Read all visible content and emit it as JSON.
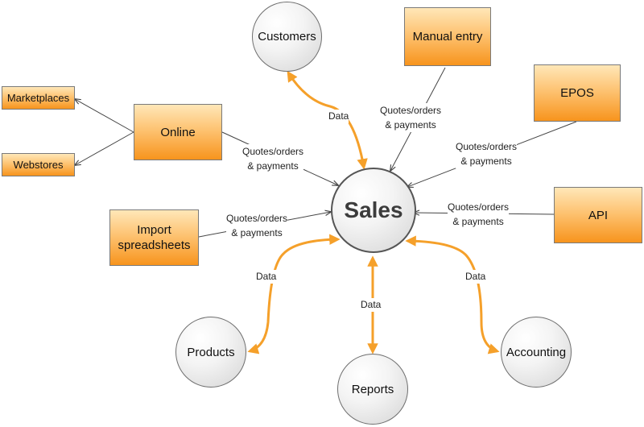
{
  "hub": {
    "label": "Sales"
  },
  "circles": {
    "customers": "Customers",
    "products": "Products",
    "reports": "Reports",
    "accounting": "Accounting"
  },
  "boxes": {
    "manual_entry": "Manual entry",
    "epos": "EPOS",
    "online": "Online",
    "api": "API",
    "import_spreadsheets": "Import spreadsheets",
    "marketplaces": "Marketplaces",
    "webstores": "Webstores"
  },
  "edge_labels": {
    "data": "Data",
    "quotes_line1": "Quotes/orders",
    "quotes_line2": "& payments"
  },
  "colors": {
    "data_flow": "#f5a02a",
    "box_fill_top": "#ffe7b8",
    "box_fill_bottom": "#f7941d",
    "connector": "#444444"
  }
}
